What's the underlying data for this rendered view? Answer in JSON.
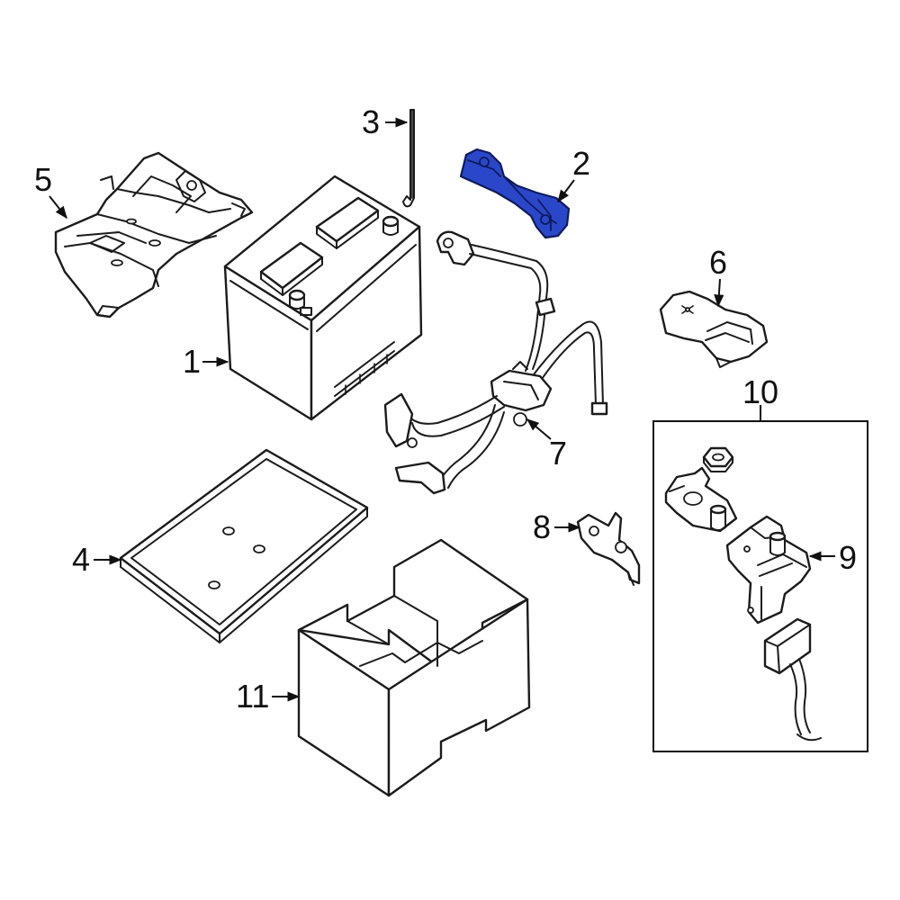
{
  "callouts": {
    "c1": "1",
    "c2": "2",
    "c3": "3",
    "c4": "4",
    "c5": "5",
    "c6": "6",
    "c7": "7",
    "c8": "8",
    "c9": "9",
    "c10": "10",
    "c11": "11"
  },
  "highlight": {
    "part": "2",
    "color": "#2b47c9"
  },
  "icons": [
    "battery",
    "battery-hold-down-bracket",
    "hold-down-rod",
    "battery-tray-mat",
    "battery-tray",
    "terminal-cover",
    "battery-cable",
    "mounting-bracket",
    "terminal-with-sensor",
    "battery-sensor-kit",
    "battery-cover-box"
  ]
}
